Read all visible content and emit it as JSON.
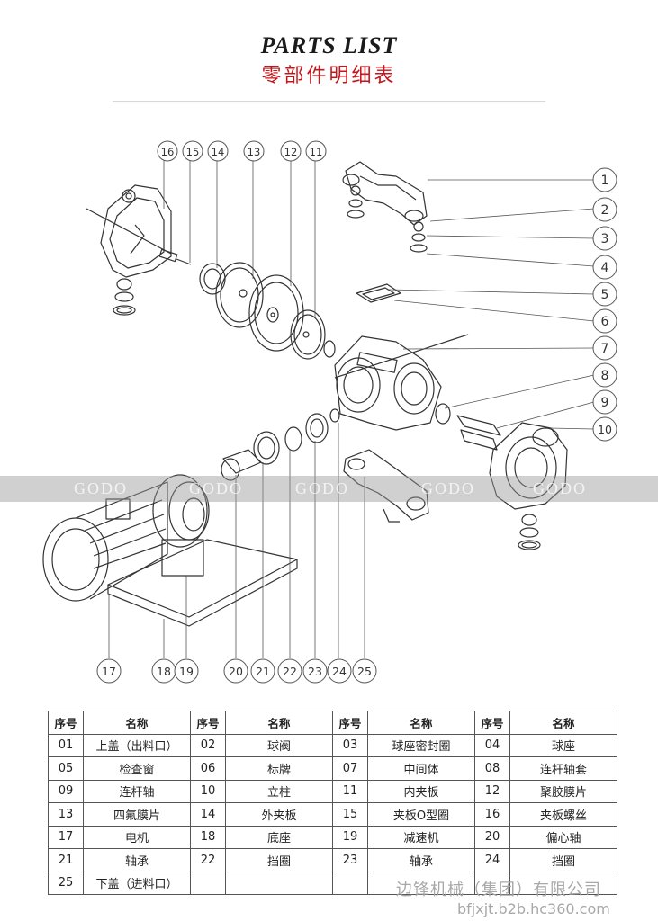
{
  "header": {
    "title_en": "PARTS LIST",
    "title_cn": "零部件明细表"
  },
  "watermark": [
    "GODO",
    "GODO",
    "GODO",
    "GODO",
    "GODO"
  ],
  "callouts": [
    "1",
    "2",
    "3",
    "4",
    "5",
    "6",
    "7",
    "8",
    "9",
    "10",
    "11",
    "12",
    "13",
    "14",
    "15",
    "16",
    "17",
    "18",
    "19",
    "20",
    "21",
    "22",
    "23",
    "24",
    "25"
  ],
  "table": {
    "headers": [
      "序号",
      "名称",
      "序号",
      "名称",
      "序号",
      "名称",
      "序号",
      "名称"
    ],
    "rows": [
      [
        "01",
        "上盖（出料口）",
        "02",
        "球阀",
        "03",
        "球座密封圈",
        "04",
        "球座"
      ],
      [
        "05",
        "检查窗",
        "06",
        "标牌",
        "07",
        "中间体",
        "08",
        "连杆轴套"
      ],
      [
        "09",
        "连杆轴",
        "10",
        "立柱",
        "11",
        "内夹板",
        "12",
        "聚胶膜片"
      ],
      [
        "13",
        "四氟膜片",
        "14",
        "外夹板",
        "15",
        "夹板O型圈",
        "16",
        "夹板螺丝"
      ],
      [
        "17",
        "电机",
        "18",
        "底座",
        "19",
        "减速机",
        "20",
        "偏心轴"
      ],
      [
        "21",
        "轴承",
        "22",
        "挡圈",
        "23",
        "轴承",
        "24",
        "挡圈"
      ],
      [
        "25",
        "下盖（进料口）",
        "",
        "",
        "",
        "",
        "",
        ""
      ]
    ]
  },
  "footer": {
    "company": "边锋机械（集团）有限公司",
    "url": "bfjxjt.b2b.hc360.com"
  }
}
